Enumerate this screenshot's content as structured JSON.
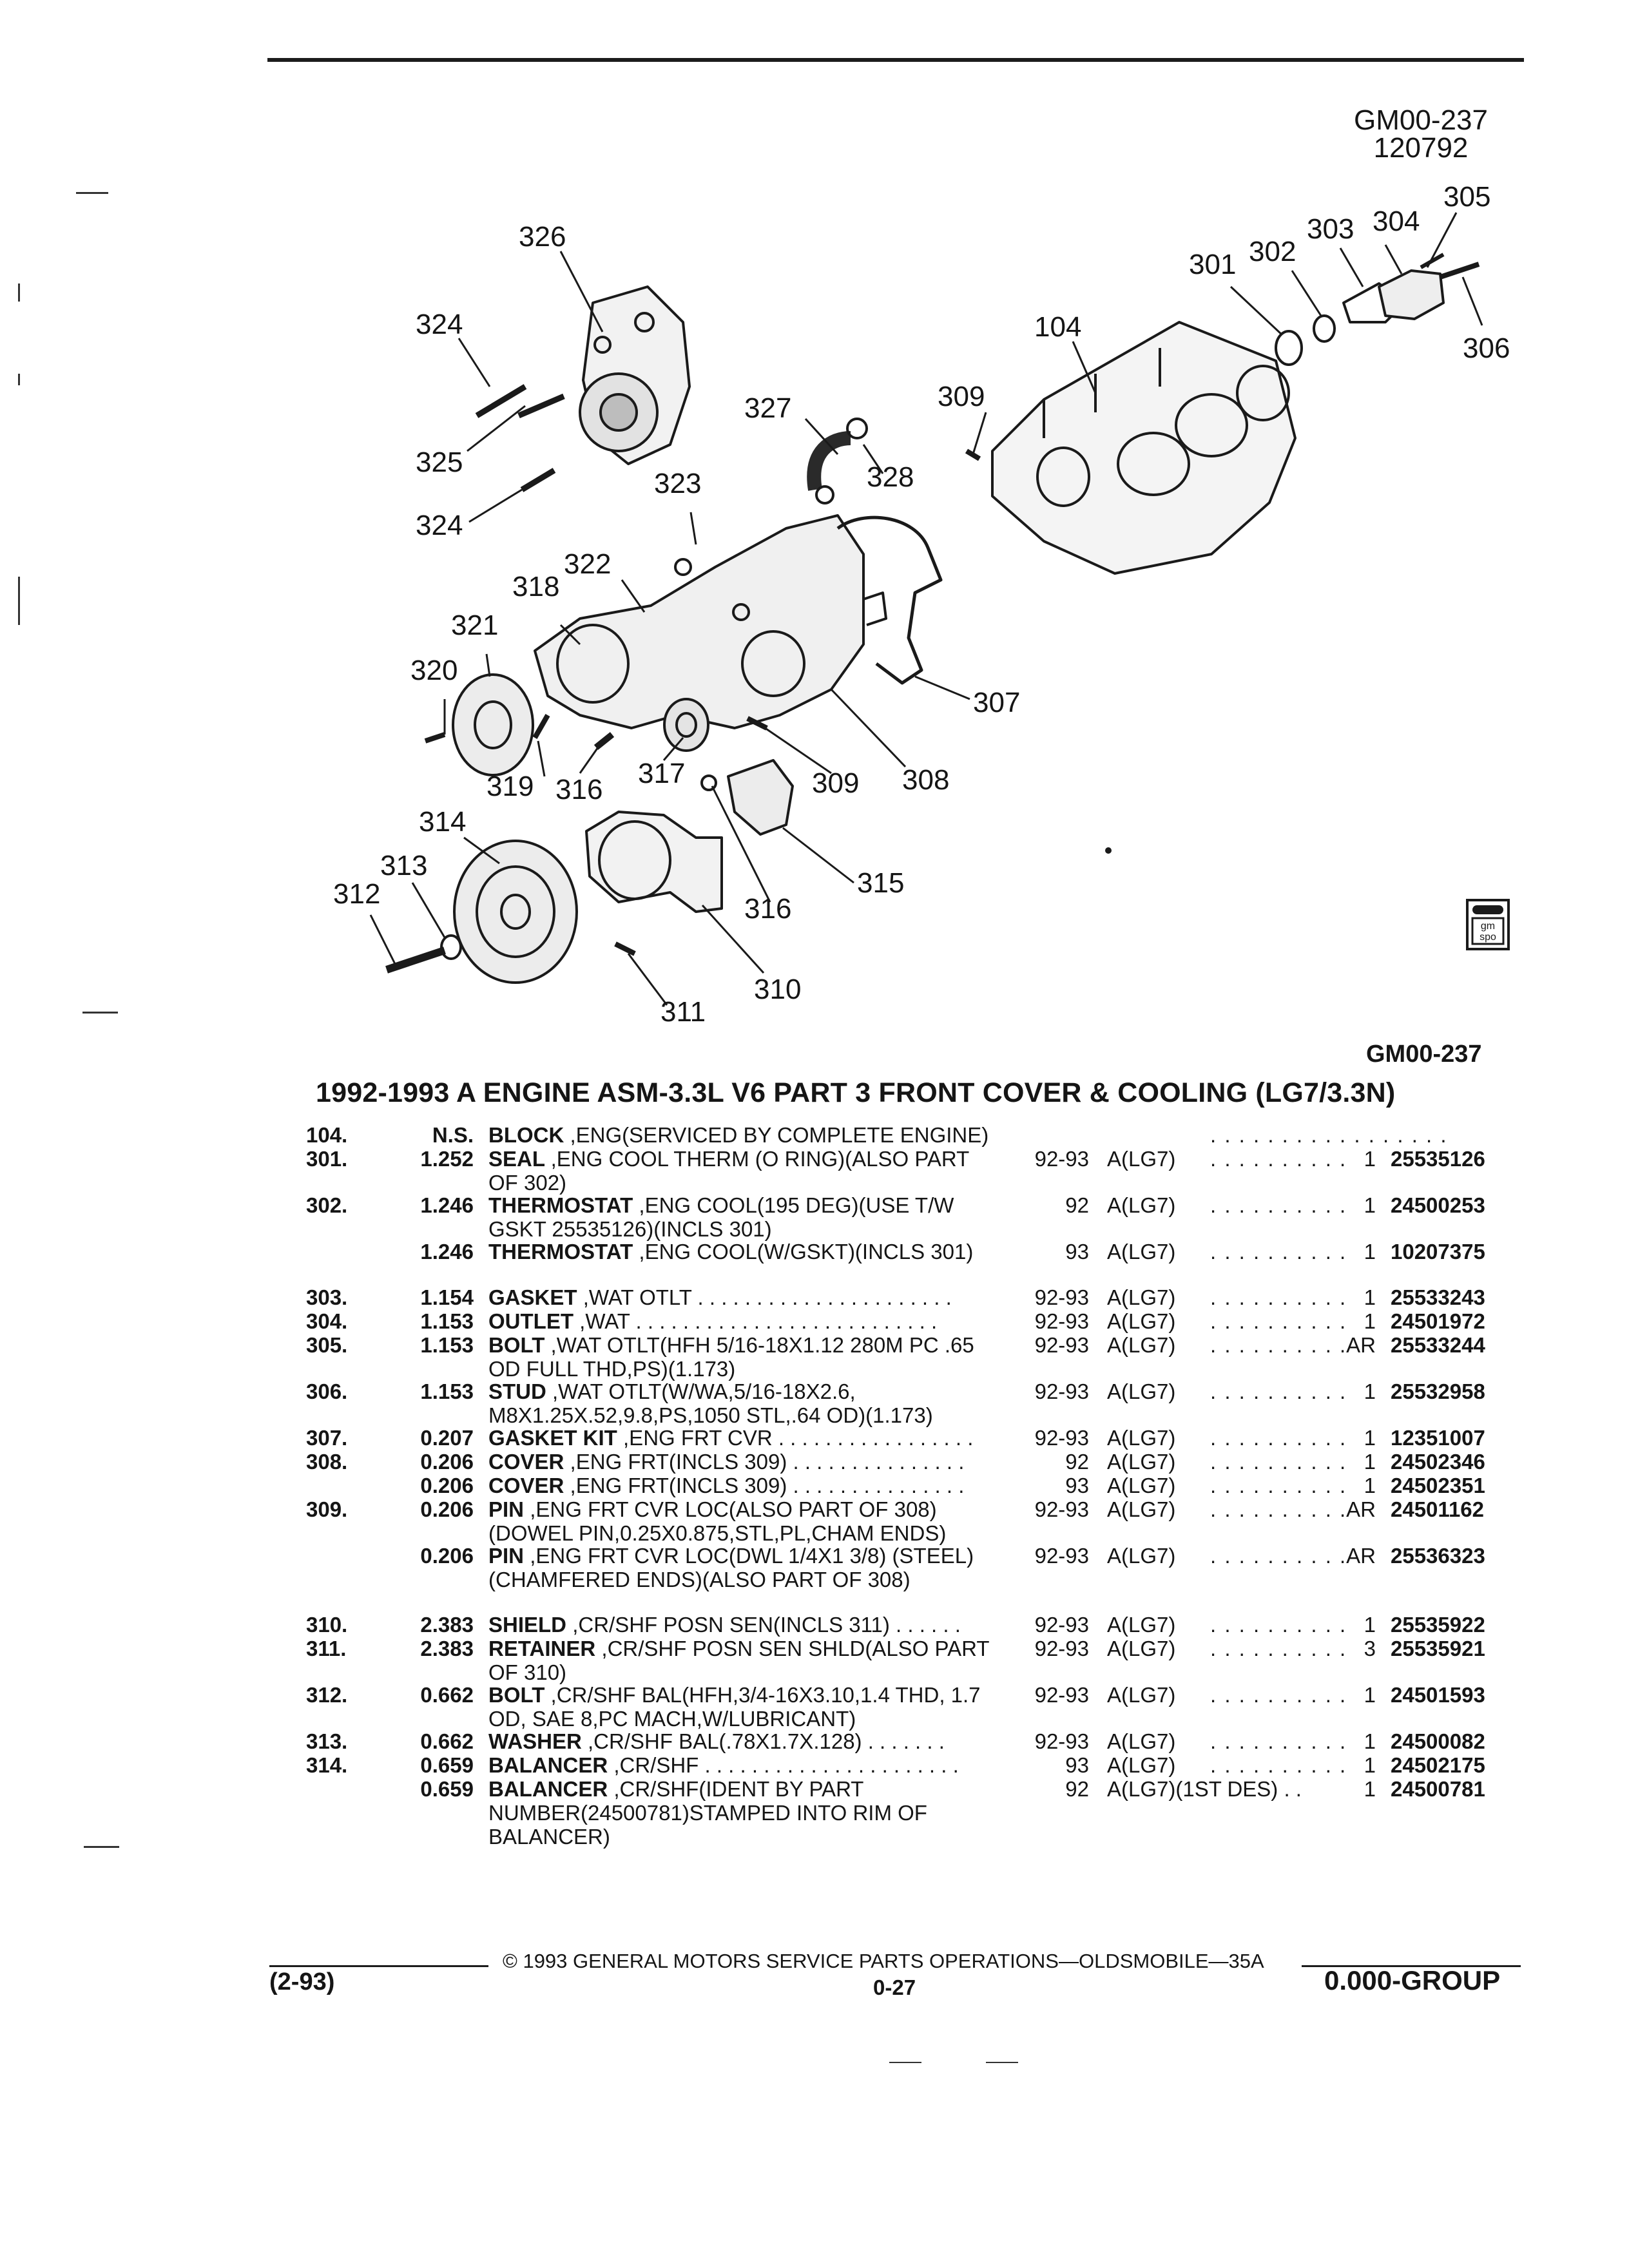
{
  "figure": {
    "id_top": "GM00-237",
    "date": "120792",
    "id_bottom": "GM00-237",
    "callouts": [
      "326",
      "324",
      "325",
      "324",
      "327",
      "328",
      "323",
      "322",
      "318",
      "321",
      "320",
      "319",
      "316",
      "317",
      "309",
      "308",
      "307",
      "315",
      "316",
      "314",
      "313",
      "312",
      "311",
      "310",
      "104",
      "301",
      "302",
      "303",
      "304",
      "305",
      "306",
      "309"
    ]
  },
  "logo_text": [
    "gm",
    "spo"
  ],
  "title": "1992-1993 A ENGINE ASM-3.3L V6 PART 3 FRONT COVER & COOLING (LG7/3.3N)",
  "parts": [
    {
      "ref": "104.",
      "grp": "N.S.",
      "name": "BLOCK",
      "desc": ",ENG(SERVICED BY COMPLETE ENGINE)",
      "yr": "",
      "model": "",
      "dots": ". . . . . . . . . . . . . . . . .",
      "qty": "",
      "pn": ""
    },
    {
      "ref": "301.",
      "grp": "1.252",
      "name": "SEAL",
      "desc": ",ENG COOL THERM (O RING)(ALSO PART OF 302)",
      "yr": "92-93",
      "model": "A(LG7)",
      "dots": ". . . . . . . . . .",
      "qty": "1",
      "pn": "25535126"
    },
    {
      "ref": "302.",
      "grp": "1.246",
      "name": "THERMOSTAT",
      "desc": ",ENG COOL(195 DEG)(USE T/W GSKT 25535126)(INCLS 301)",
      "yr": "92",
      "model": "A(LG7)",
      "dots": ". . . . . . . . . .",
      "qty": "1",
      "pn": "24500253"
    },
    {
      "ref": "",
      "grp": "1.246",
      "name": "THERMOSTAT",
      "desc": ",ENG COOL(W/GSKT)(INCLS 301)",
      "yr": "93",
      "model": "A(LG7)",
      "dots": ". . . . . . . . . .",
      "qty": "1",
      "pn": "10207375"
    },
    {
      "ref": "303.",
      "grp": "1.154",
      "name": "GASKET",
      "desc": ",WAT OTLT . . . . . . . . . . . . . . . . . . . . . .",
      "yr": "92-93",
      "model": "A(LG7)",
      "dots": ". . . . . . . . . .",
      "qty": "1",
      "pn": "25533243"
    },
    {
      "ref": "304.",
      "grp": "1.153",
      "name": "OUTLET",
      "desc": ",WAT . . . . . . . . . . . . . . . . . . . . . . . . . .",
      "yr": "92-93",
      "model": "A(LG7)",
      "dots": ". . . . . . . . . .",
      "qty": "1",
      "pn": "24501972"
    },
    {
      "ref": "305.",
      "grp": "1.153",
      "name": "BOLT",
      "desc": ",WAT OTLT(HFH 5/16-18X1.12 280M PC .65 OD FULL THD,PS)(1.173)",
      "yr": "92-93",
      "model": "A(LG7)",
      "dots": ". . . . . . . . . .",
      "qty": "AR",
      "pn": "25533244"
    },
    {
      "ref": "306.",
      "grp": "1.153",
      "name": "STUD",
      "desc": ",WAT OTLT(W/WA,5/16-18X2.6, M8X1.25X.52,9.8,PS,1050 STL,.64 OD)(1.173)",
      "yr": "92-93",
      "model": "A(LG7)",
      "dots": ". . . . . . . . . .",
      "qty": "1",
      "pn": "25532958"
    },
    {
      "ref": "307.",
      "grp": "0.207",
      "name": "GASKET KIT",
      "desc": ",ENG FRT CVR . . . . . . . . . . . . . . . . .",
      "yr": "92-93",
      "model": "A(LG7)",
      "dots": ". . . . . . . . . .",
      "qty": "1",
      "pn": "12351007"
    },
    {
      "ref": "308.",
      "grp": "0.206",
      "name": "COVER",
      "desc": ",ENG FRT(INCLS 309) . . . . . . . . . . . . . . .",
      "yr": "92",
      "model": "A(LG7)",
      "dots": ". . . . . . . . . .",
      "qty": "1",
      "pn": "24502346"
    },
    {
      "ref": "",
      "grp": "0.206",
      "name": "COVER",
      "desc": ",ENG FRT(INCLS 309) . . . . . . . . . . . . . . .",
      "yr": "93",
      "model": "A(LG7)",
      "dots": ". . . . . . . . . .",
      "qty": "1",
      "pn": "24502351"
    },
    {
      "ref": "309.",
      "grp": "0.206",
      "name": "PIN",
      "desc": ",ENG FRT CVR LOC(ALSO PART OF 308) (DOWEL PIN,0.25X0.875,STL,PL,CHAM ENDS)",
      "yr": "92-93",
      "model": "A(LG7)",
      "dots": ". . . . . . . . . .",
      "qty": "AR",
      "pn": "24501162"
    },
    {
      "ref": "",
      "grp": "0.206",
      "name": "PIN",
      "desc": ",ENG FRT CVR LOC(DWL 1/4X1 3/8) (STEEL)(CHAMFERED ENDS)(ALSO PART OF 308)",
      "yr": "92-93",
      "model": "A(LG7)",
      "dots": ". . . . . . . . . .",
      "qty": "AR",
      "pn": "25536323"
    },
    {
      "ref": "310.",
      "grp": "2.383",
      "name": "SHIELD",
      "desc": ",CR/SHF POSN SEN(INCLS 311) . . . . . .",
      "yr": "92-93",
      "model": "A(LG7)",
      "dots": ". . . . . . . . . .",
      "qty": "1",
      "pn": "25535922"
    },
    {
      "ref": "311.",
      "grp": "2.383",
      "name": "RETAINER",
      "desc": ",CR/SHF POSN SEN SHLD(ALSO PART OF 310)",
      "yr": "92-93",
      "model": "A(LG7)",
      "dots": ". . . . . . . . . .",
      "qty": "3",
      "pn": "25535921"
    },
    {
      "ref": "312.",
      "grp": "0.662",
      "name": "BOLT",
      "desc": ",CR/SHF BAL(HFH,3/4-16X3.10,1.4 THD, 1.7 OD, SAE 8,PC MACH,W/LUBRICANT)",
      "yr": "92-93",
      "model": "A(LG7)",
      "dots": ". . . . . . . . . .",
      "qty": "1",
      "pn": "24501593"
    },
    {
      "ref": "313.",
      "grp": "0.662",
      "name": "WASHER",
      "desc": ",CR/SHF BAL(.78X1.7X.128) . . . . . . .",
      "yr": "92-93",
      "model": "A(LG7)",
      "dots": ". . . . . . . . . .",
      "qty": "1",
      "pn": "24500082"
    },
    {
      "ref": "314.",
      "grp": "0.659",
      "name": "BALANCER",
      "desc": ",CR/SHF . . . . . . . . . . . . . . . . . . . . . .",
      "yr": "93",
      "model": "A(LG7)",
      "dots": ". . . . . . . . . .",
      "qty": "1",
      "pn": "24502175"
    },
    {
      "ref": "",
      "grp": "0.659",
      "name": "BALANCER",
      "desc": ",CR/SHF(IDENT BY PART NUMBER(24500781)STAMPED INTO RIM OF BALANCER)",
      "yr": "92",
      "model": "A(LG7)(1ST DES) . .",
      "dots": "",
      "qty": "1",
      "pn": "24500781"
    }
  ],
  "footer": {
    "copyright": "© 1993 GENERAL MOTORS SERVICE PARTS OPERATIONS—OLDSMOBILE—35A",
    "left": "(2-93)",
    "page": "0-27",
    "right": "0.000-GROUP"
  }
}
